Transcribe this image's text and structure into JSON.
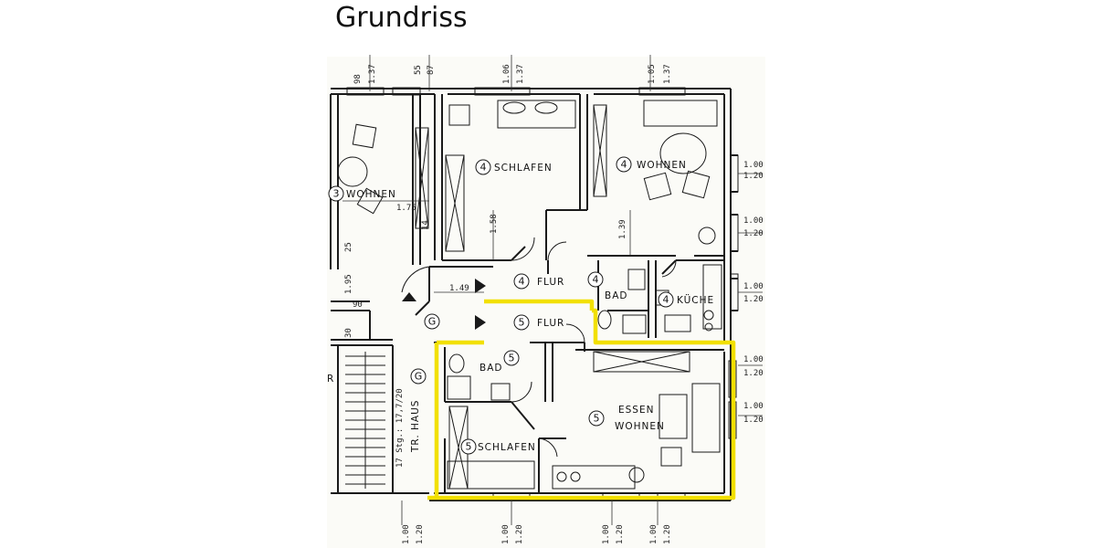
{
  "title": "Grundriss",
  "rooms": [
    {
      "id": "wohnen3",
      "num": "3",
      "label": "WOHNEN"
    },
    {
      "id": "schlafen4",
      "num": "4",
      "label": "SCHLAFEN"
    },
    {
      "id": "wohnen4",
      "num": "4",
      "label": "WOHNEN"
    },
    {
      "id": "flur4",
      "num": "4",
      "label": "FLUR"
    },
    {
      "id": "bad4",
      "num": "4",
      "label": "BAD"
    },
    {
      "id": "kueche4",
      "num": "4",
      "label": "KÜCHE"
    },
    {
      "id": "flur5",
      "num": "5",
      "label": "FLUR"
    },
    {
      "id": "bad5",
      "num": "5",
      "label": "BAD"
    },
    {
      "id": "essen5",
      "num": "5",
      "label": "ESSEN"
    },
    {
      "id": "wohnen5",
      "label": "WOHNEN"
    },
    {
      "id": "schlafen5",
      "num": "5",
      "label": "SCHLAFEN"
    },
    {
      "id": "g1",
      "num": "G"
    },
    {
      "id": "g2",
      "num": "G"
    },
    {
      "id": "trhaus",
      "label": "TR. HAUS"
    },
    {
      "id": "stairs",
      "label": "17 Stg.: 17,7/20"
    }
  ],
  "dimensions": {
    "top_left_a": "98",
    "top_left_b": "1.37",
    "top_left_c": "55",
    "top_left_d": "87",
    "top_mid_a": "1.06",
    "top_mid_b": "1.37",
    "top_right_a": "1.05",
    "top_right_b": "1.37",
    "wohnen_w": "1.75",
    "small_14": "14",
    "schlafen_h": "1.58",
    "wohnen4_h": "1.39",
    "flur_w": "1.49",
    "left_25": "25",
    "left_195": "1.95",
    "left_90": "90",
    "left_30": "30",
    "right": [
      {
        "a": "1.00",
        "b": "1.20"
      },
      {
        "a": "1.00",
        "b": "1.20"
      },
      {
        "a": "1.00",
        "b": "1.20"
      },
      {
        "a": "1.00",
        "b": "1.20"
      },
      {
        "a": "1.00",
        "b": "1.20"
      }
    ],
    "bottom": [
      {
        "a": "1.00",
        "b": "1.20"
      },
      {
        "a": "1.00",
        "b": "1.20"
      },
      {
        "a": "1.00",
        "b": "1.20"
      },
      {
        "a": "1.00",
        "b": "1.20"
      }
    ]
  },
  "colors": {
    "wall": "#1a1a1a",
    "highlight": "#f2e000",
    "paper": "#fbfbf7"
  }
}
